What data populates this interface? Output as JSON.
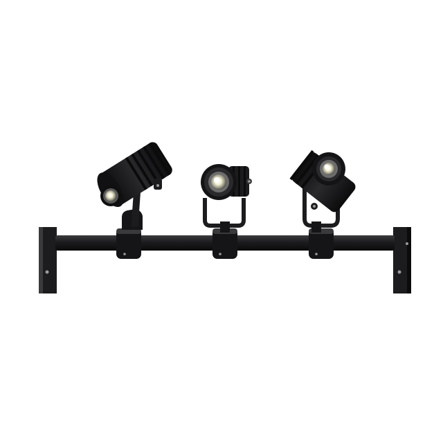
{
  "image": {
    "subject": "triple-spotlight-bar",
    "background_color": "#ffffff",
    "colors": {
      "body": "#1c1c1e",
      "body_highlight": "#3a3a3d",
      "body_shadow": "#0b0b0c",
      "lens_glow": "#f3f1d6",
      "lens_ring": "#8a8a8a",
      "screw": "#9a9a9a"
    },
    "spotlights": [
      {
        "name": "left-spotlight",
        "aim": "tilted-left"
      },
      {
        "name": "center-spotlight",
        "aim": "facing-front"
      },
      {
        "name": "right-spotlight",
        "aim": "tilted-right"
      }
    ]
  }
}
